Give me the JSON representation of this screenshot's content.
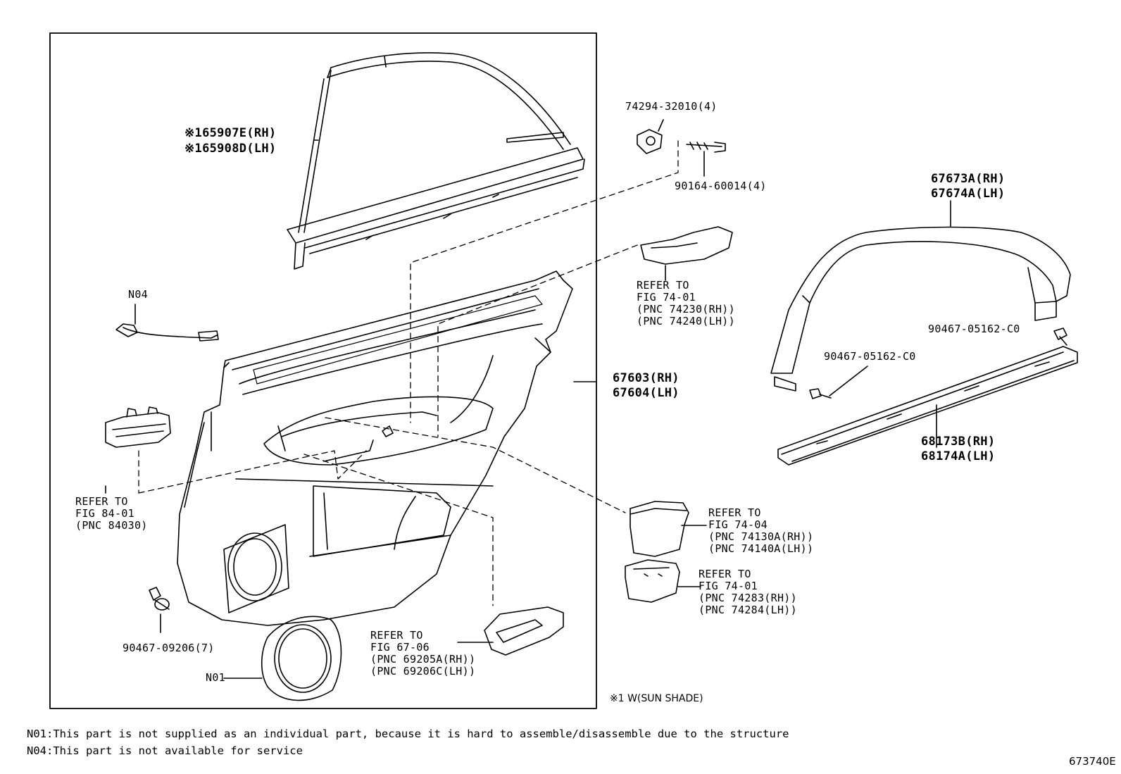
{
  "labels": {
    "window_glass_rh": "※165907E(RH)",
    "window_glass_lh": "※165908D(LH)",
    "n04": "N04",
    "clip_part": "74294-32010(4)",
    "screw_part": "90164-60014(4)",
    "handle_ref_1": "REFER TO",
    "handle_ref_2": "FIG 74-01",
    "handle_ref_3": "(PNC 74230(RH))",
    "handle_ref_4": "(PNC 74240(LH))",
    "moulding_rh": "67673A(RH)",
    "moulding_lh": "67674A(LH)",
    "clip_a": "90467-05162-C0",
    "clip_b": "90467-05162-C0",
    "panel_rh": "67603(RH)",
    "panel_lh": "67604(LH)",
    "weatherstrip_rh": "68173B(RH)",
    "weatherstrip_lh": "68174A(LH)",
    "lock_ref_1": "REFER TO",
    "lock_ref_2": "FIG 84-01",
    "lock_ref_3": "(PNC 84030)",
    "pocket_ref_1": "REFER TO",
    "pocket_ref_2": "FIG 74-04",
    "pocket_ref_3": "(PNC 74130A(RH))",
    "pocket_ref_4": "(PNC 74140A(LH))",
    "ashtray_ref_1": "REFER TO",
    "ashtray_ref_2": "FIG 74-01",
    "ashtray_ref_3": "(PNC 74283(RH))",
    "ashtray_ref_4": "(PNC 74284(LH))",
    "fastener_part": "90467-09206(7)",
    "inner_handle_ref_1": "REFER TO",
    "inner_handle_ref_2": "FIG 67-06",
    "inner_handle_ref_3": "(PNC 69205A(RH))",
    "inner_handle_ref_4": "(PNC 69206C(LH))",
    "n01": "N01",
    "sunshade_note": "※1 W(SUN SHADE)"
  },
  "footnotes": {
    "n01": "N01:This part is not supplied as an individual part, because it is hard to assemble/disassemble due to the structure",
    "n04": "N04:This part is not available for service"
  },
  "figure_code": "673740E"
}
